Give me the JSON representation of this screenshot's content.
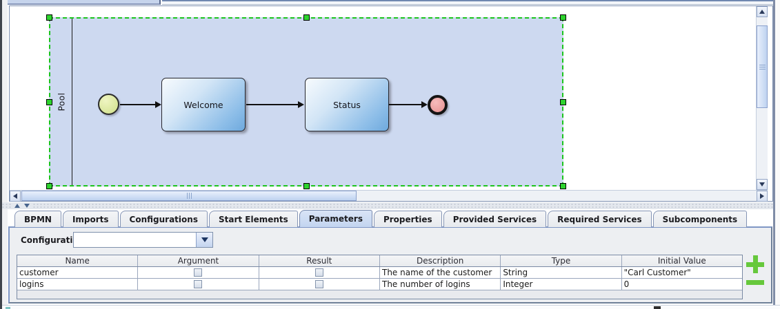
{
  "diagram": {
    "pool_label": "Pool",
    "tasks": [
      {
        "label": "Welcome"
      },
      {
        "label": "Status"
      }
    ],
    "events": {
      "start_icon": "start-event-circle",
      "end_icon": "end-event-circle"
    },
    "selection_color": "#2ed32e",
    "pool_fill": "#cdd9f0",
    "task_fill": "#6ea9dd"
  },
  "tabs": {
    "items": [
      {
        "label": "BPMN",
        "selected": false
      },
      {
        "label": "Imports",
        "selected": false
      },
      {
        "label": "Configurations",
        "selected": false
      },
      {
        "label": "Start Elements",
        "selected": false
      },
      {
        "label": "Parameters",
        "selected": true
      },
      {
        "label": "Properties",
        "selected": false
      },
      {
        "label": "Provided Services",
        "selected": false
      },
      {
        "label": "Required Services",
        "selected": false
      },
      {
        "label": "Subcomponents",
        "selected": false
      }
    ],
    "selected_color": "#c3d5f0"
  },
  "config": {
    "label": "Configuration",
    "value": ""
  },
  "table": {
    "headers": [
      "Name",
      "Argument",
      "Result",
      "Description",
      "Type",
      "Initial Value"
    ],
    "rows": [
      {
        "name": "customer",
        "argument_checked": false,
        "result_checked": false,
        "description": "The name of the customer",
        "type": "String",
        "initial_value": "\"Carl Customer\""
      },
      {
        "name": "logins",
        "argument_checked": false,
        "result_checked": false,
        "description": "The number of logins",
        "type": "Integer",
        "initial_value": "0"
      }
    ]
  },
  "actions": {
    "add_icon": "plus-icon",
    "remove_icon": "minus-icon",
    "accent_green": "#66c83c"
  }
}
